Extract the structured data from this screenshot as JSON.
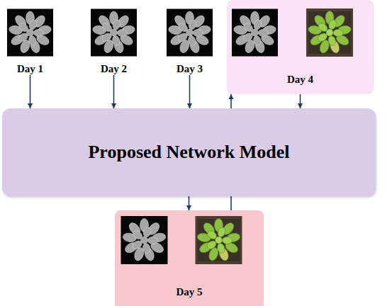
{
  "diagram": {
    "nodes": [
      {
        "text": [
          "Day 1"
        ]
      },
      {
        "text": [
          "Day 2"
        ]
      },
      {
        "text": [
          "Day 3"
        ]
      },
      {
        "text": [
          "Day 4"
        ]
      },
      {
        "text": [
          "Proposed Network Model"
        ]
      },
      {
        "text": [
          "Day 5"
        ]
      }
    ],
    "edges": [
      {
        "from": 0,
        "to": 4,
        "arrow": "to"
      },
      {
        "from": 1,
        "to": 4,
        "arrow": "to"
      },
      {
        "from": 2,
        "to": 4,
        "arrow": "to"
      },
      {
        "from": 3,
        "to": 4,
        "arrow": "to"
      },
      {
        "from": 4,
        "to": 5,
        "arrow": "to"
      },
      {
        "from": 5,
        "to": 3,
        "arrow": "to"
      }
    ]
  }
}
